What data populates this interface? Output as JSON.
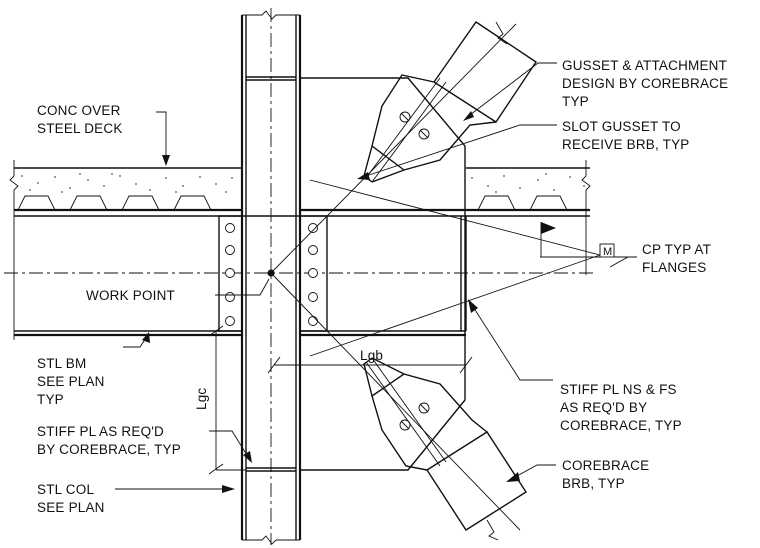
{
  "labels": {
    "conc_over_deck": [
      "CONC OVER",
      "STEEL DECK"
    ],
    "gusset_design": [
      "GUSSET & ATTACHMENT",
      "DESIGN BY COREBRACE",
      "TYP"
    ],
    "slot_gusset": [
      "SLOT GUSSET TO",
      "RECEIVE BRB, TYP"
    ],
    "cp_typ": [
      "CP TYP AT",
      "FLANGES"
    ],
    "weld_symbol": "M",
    "work_point": "WORK POINT",
    "stl_bm": [
      "STL BM",
      "SEE PLAN",
      "TYP"
    ],
    "stiff_ns_fs": [
      "STIFF PL NS & FS",
      "AS REQ'D BY",
      "COREBRACE, TYP"
    ],
    "stiff_pl": [
      "STIFF PL AS REQ'D",
      "BY COREBRACE, TYP"
    ],
    "corebrace_brb": [
      "COREBRACE",
      "BRB, TYP"
    ],
    "stl_col": [
      "STL COL",
      "SEE PLAN"
    ],
    "lgb": "Lgb",
    "lgc": "Lgc"
  },
  "colors": {
    "line": "#111111",
    "background": "#ffffff"
  }
}
